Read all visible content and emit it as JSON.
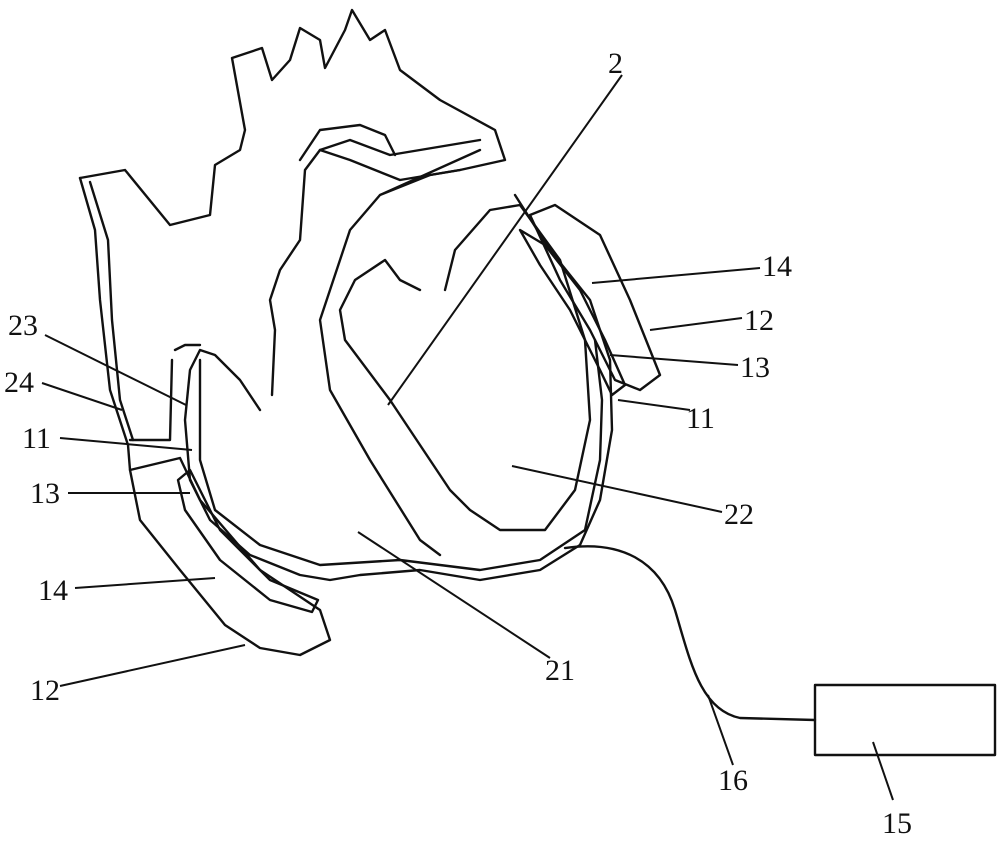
{
  "figure": {
    "labels": {
      "device_top": "2",
      "right_14": "14",
      "right_12": "12",
      "right_13": "13",
      "right_11": "11",
      "ventricle_22": "22",
      "ventricle_21": "21",
      "lead_16": "16",
      "unit_15": "15",
      "left_23": "23",
      "left_24": "24",
      "left_11": "11",
      "left_13": "13",
      "left_14": "14",
      "left_12": "12"
    }
  }
}
